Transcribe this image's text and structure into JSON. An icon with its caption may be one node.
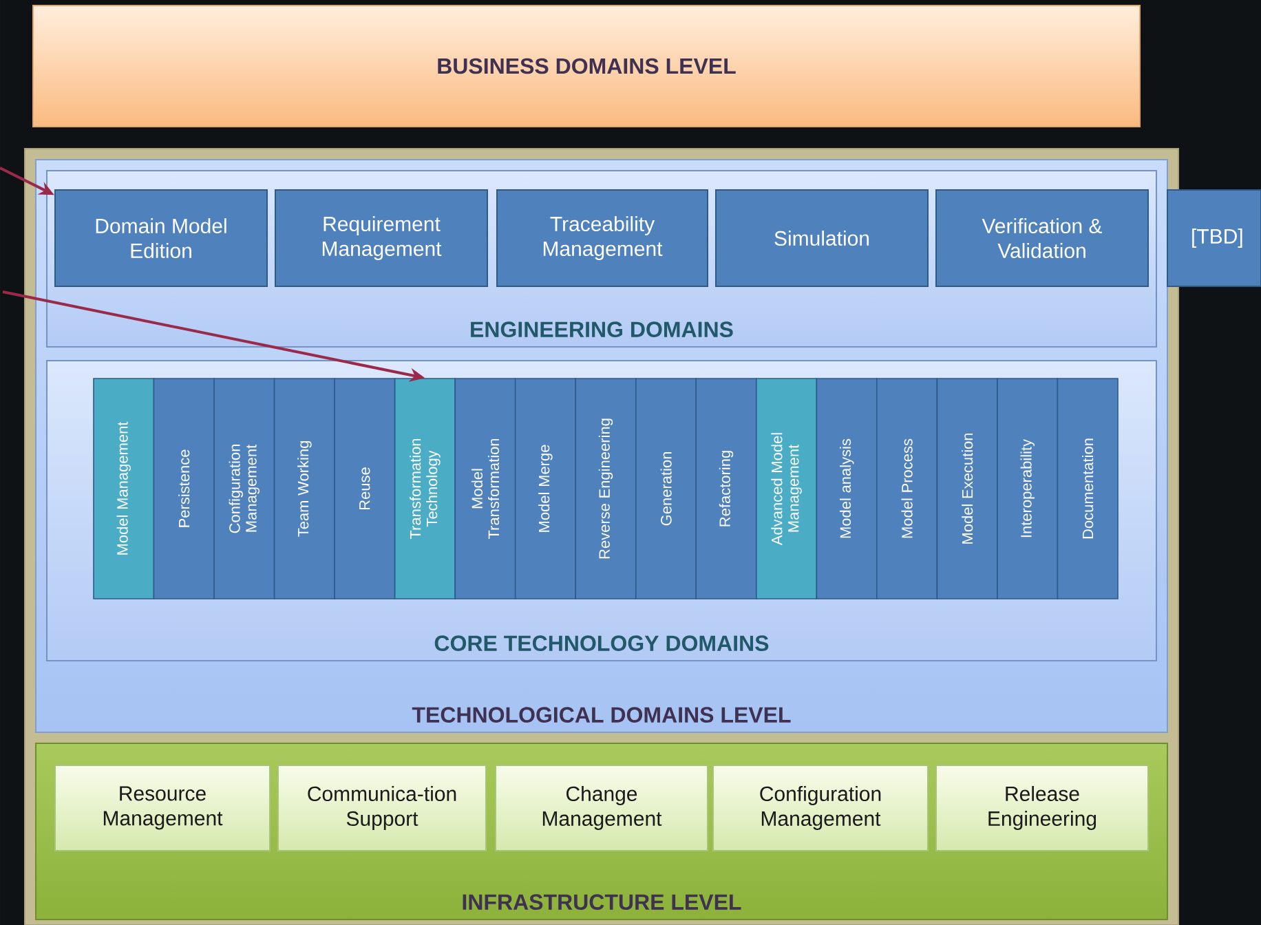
{
  "diagram": {
    "nodes": [
      {
        "text": [
          "BUSINESS DOMAINS LEVEL"
        ]
      },
      {
        "text": [
          "TECHNOLOGICAL DOMAINS LEVEL"
        ]
      },
      {
        "text": [
          "ENGINEERING DOMAINS"
        ],
        "in": 1
      },
      {
        "text": [
          "Domain Model Edition"
        ],
        "in": 2
      },
      {
        "text": [
          "Requirement Management"
        ],
        "in": 2
      },
      {
        "text": [
          "Traceability Management"
        ],
        "in": 2
      },
      {
        "text": [
          "Simulation"
        ],
        "in": 2
      },
      {
        "text": [
          "Verification & Validation"
        ],
        "in": 2
      },
      {
        "text": [
          "[TBD]"
        ]
      },
      {
        "text": [
          "CORE TECHNOLOGY DOMAINS"
        ],
        "in": 1
      },
      {
        "text": [
          "Model Management"
        ],
        "in": 9
      },
      {
        "text": [
          "Persistence"
        ],
        "in": 9
      },
      {
        "text": [
          "Configuration Management"
        ],
        "in": 9
      },
      {
        "text": [
          "Team Working"
        ],
        "in": 9
      },
      {
        "text": [
          "Reuse"
        ],
        "in": 9
      },
      {
        "text": [
          "Transformation Technology"
        ],
        "in": 9
      },
      {
        "text": [
          "Model Transformation"
        ],
        "in": 9
      },
      {
        "text": [
          "Model Merge"
        ],
        "in": 9
      },
      {
        "text": [
          "Reverse Engineering"
        ],
        "in": 9
      },
      {
        "text": [
          "Generation"
        ],
        "in": 9
      },
      {
        "text": [
          "Refactoring"
        ],
        "in": 9
      },
      {
        "text": [
          "Advanced Model Management"
        ],
        "in": 9
      },
      {
        "text": [
          "Model analysis"
        ],
        "in": 9
      },
      {
        "text": [
          "Model Process"
        ],
        "in": 9
      },
      {
        "text": [
          "Model Execution"
        ],
        "in": 9
      },
      {
        "text": [
          "Interoperability"
        ],
        "in": 9
      },
      {
        "text": [
          "Documentation"
        ],
        "in": 9
      },
      {
        "text": [
          "INFRASTRUCTURE LEVEL"
        ]
      },
      {
        "text": [
          "Resource Management"
        ],
        "in": 27
      },
      {
        "text": [
          "Communica-tion Support"
        ],
        "in": 27
      },
      {
        "text": [
          "Change Management"
        ],
        "in": 27
      },
      {
        "text": [
          "Configuration Management"
        ],
        "in": 27
      },
      {
        "text": [
          "Release Engineering"
        ],
        "in": 27
      }
    ],
    "edges": [
      {
        "from": null,
        "to": 3,
        "arrow": "to"
      },
      {
        "from": null,
        "to": 15,
        "arrow": "to"
      }
    ]
  }
}
